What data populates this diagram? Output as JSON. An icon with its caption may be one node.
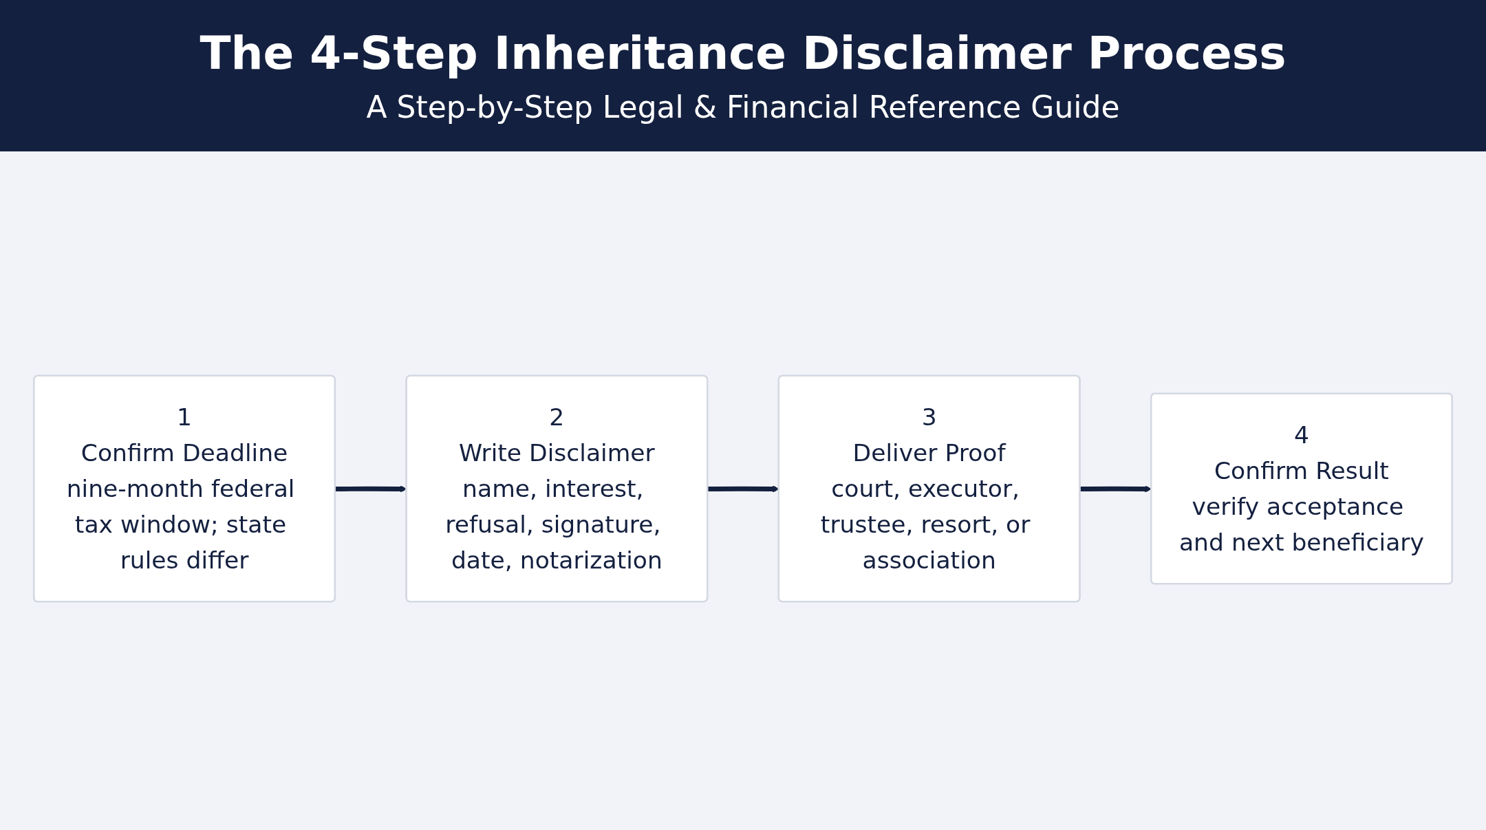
{
  "diagram": {
    "title": "The 4-Step Inheritance Disclaimer Process",
    "nodes": [
      {
        "text": [
          "1",
          "Confirm Deadline",
          "nine-month federal tax window; state rules differ"
        ]
      },
      {
        "text": [
          "2",
          "Write Disclaimer",
          "name, interest, refusal, signature, date, notarization"
        ]
      },
      {
        "text": [
          "3",
          "Deliver Proof",
          "court, executor, trustee, resort, or association"
        ]
      },
      {
        "text": [
          "4",
          "Confirm Result",
          "verify acceptance and next beneficiary"
        ]
      }
    ],
    "edges": [
      {
        "from": 0,
        "to": 1,
        "arrow": "to"
      },
      {
        "from": 1,
        "to": 2,
        "arrow": "to"
      },
      {
        "from": 2,
        "to": 3,
        "arrow": "to"
      }
    ],
    "labels": [
      "A Step-by-Step Legal & Financial Reference Guide"
    ]
  }
}
